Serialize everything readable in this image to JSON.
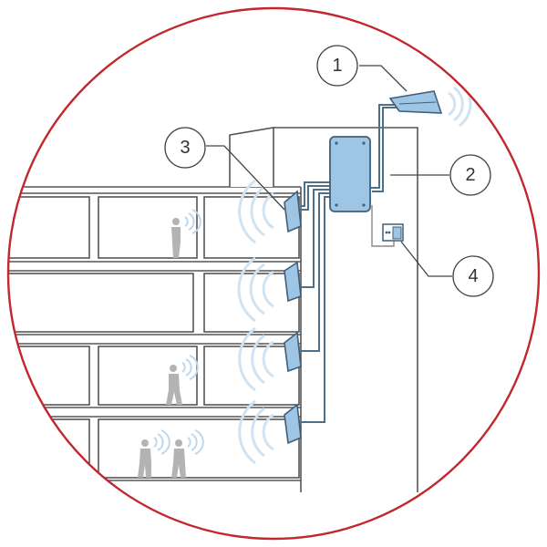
{
  "diagram": {
    "colors": {
      "frame": "#c1272d",
      "structure": "#555555",
      "device_fill": "#9ec5e3",
      "device_stroke": "#3f5f7a",
      "cable": "#4f6f86",
      "signal": "#cfe3f3",
      "person": "#b3b3b3",
      "callout_stroke": "#444444"
    },
    "callouts": [
      {
        "id": "1",
        "label": "1",
        "icon": "outdoor-antenna-icon"
      },
      {
        "id": "2",
        "label": "2",
        "icon": "signal-booster-amplifier-icon"
      },
      {
        "id": "3",
        "label": "3",
        "icon": "indoor-panel-antenna-icon"
      },
      {
        "id": "4",
        "label": "4",
        "icon": "power-supply-icon"
      }
    ]
  }
}
